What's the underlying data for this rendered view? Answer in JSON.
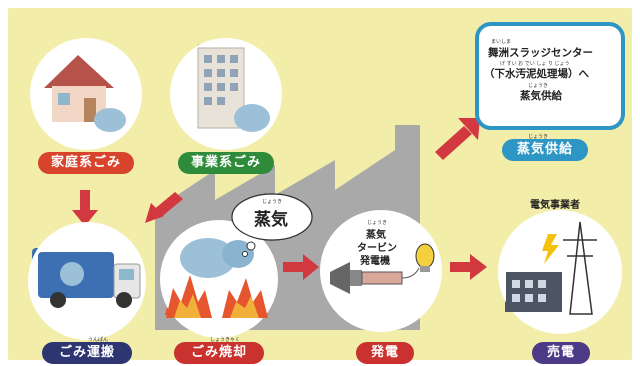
{
  "labels": {
    "household_waste": "家庭系ごみ",
    "business_waste": "事業系ごみ",
    "steam_supply": "蒸気供給",
    "garbage_transport": "ごみ運搬",
    "garbage_incineration": "ごみ焼却",
    "power_generation": "発電",
    "power_sale": "売電"
  },
  "furigana": {
    "maishima": "まいしま",
    "sludge_reading": "げ すい お でい しょ り じょう",
    "jouki": "じょうき",
    "unpan": "うんぱん",
    "shoukyaku": "しょうきゃく"
  },
  "sludge_center": {
    "line1": "舞洲スラッジセンター",
    "line2": "（下水汚泥処理場）へ",
    "line3": "蒸気供給"
  },
  "steam_cloud_text": "蒸気",
  "generator_text": {
    "line1": "蒸気",
    "line2": "タービン",
    "line3": "発電機"
  },
  "utility_label": "電気事業者",
  "colors": {
    "household_pill": "#d8432b",
    "business_pill": "#2e8b3a",
    "steam_pill": "#2e96c4",
    "transport_pill": "#2d3670",
    "incineration_pill": "#c9322f",
    "generation_pill": "#c9322f",
    "sale_pill": "#4d3a86",
    "arrow": "#d2383f",
    "background": "#f2eda9",
    "factory": "#a9a9a9"
  }
}
